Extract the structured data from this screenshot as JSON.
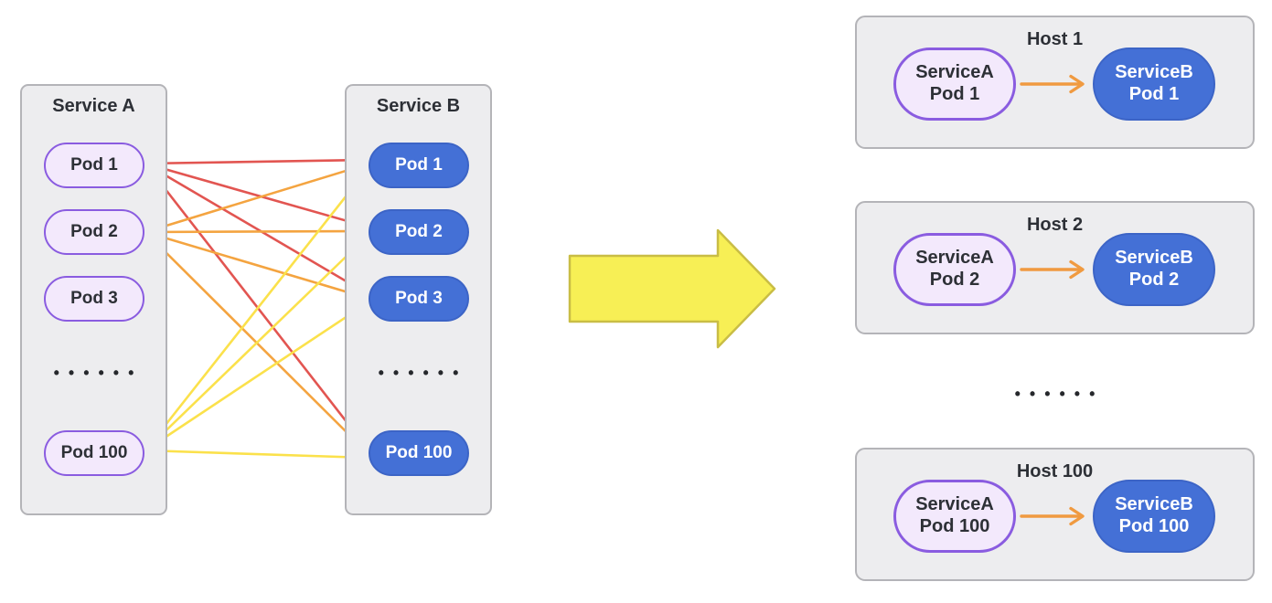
{
  "service_a": {
    "title": "Service A",
    "pods": [
      "Pod 1",
      "Pod 2",
      "Pod 3",
      "Pod 100"
    ],
    "ellipsis": "••••••"
  },
  "service_b": {
    "title": "Service B",
    "pods": [
      "Pod 1",
      "Pod 2",
      "Pod 3",
      "Pod 100"
    ],
    "ellipsis": "••••••"
  },
  "connections": [
    {
      "from": 0,
      "to": 0,
      "color": "red"
    },
    {
      "from": 0,
      "to": 1,
      "color": "red"
    },
    {
      "from": 0,
      "to": 2,
      "color": "red"
    },
    {
      "from": 0,
      "to": 3,
      "color": "red"
    },
    {
      "from": 1,
      "to": 0,
      "color": "orange"
    },
    {
      "from": 1,
      "to": 1,
      "color": "orange"
    },
    {
      "from": 1,
      "to": 2,
      "color": "orange"
    },
    {
      "from": 1,
      "to": 3,
      "color": "orange"
    },
    {
      "from": 3,
      "to": 0,
      "color": "yellow"
    },
    {
      "from": 3,
      "to": 1,
      "color": "yellow"
    },
    {
      "from": 3,
      "to": 2,
      "color": "yellow"
    },
    {
      "from": 3,
      "to": 3,
      "color": "yellow"
    }
  ],
  "hosts": [
    {
      "title": "Host 1",
      "pod_a": {
        "line1": "ServiceA",
        "line2": "Pod 1"
      },
      "pod_b": {
        "line1": "ServiceB",
        "line2": "Pod 1"
      }
    },
    {
      "title": "Host 2",
      "pod_a": {
        "line1": "ServiceA",
        "line2": "Pod 2"
      },
      "pod_b": {
        "line1": "ServiceB",
        "line2": "Pod 2"
      }
    },
    {
      "title": "Host 100",
      "pod_a": {
        "line1": "ServiceA",
        "line2": "Pod 100"
      },
      "pod_b": {
        "line1": "ServiceB",
        "line2": "Pod 100"
      }
    }
  ],
  "hosts_ellipsis": "••••••",
  "colors": {
    "panel_bg": "#ededef",
    "panel_border": "#b4b4b8",
    "pod_a_bg": "#f3e9fc",
    "pod_a_border": "#8a5ce0",
    "pod_b_bg": "#4470d6",
    "pod_b_border": "#3c64c6",
    "text_dark": "#2d3036",
    "text_light": "#ffffff",
    "line_red": "#e25551",
    "line_orange": "#f4a440",
    "line_yellow": "#fbe14b",
    "big_arrow_fill": "#f7ef55",
    "big_arrow_stroke": "#c9bd45",
    "host_arrow": "#f09a40"
  }
}
